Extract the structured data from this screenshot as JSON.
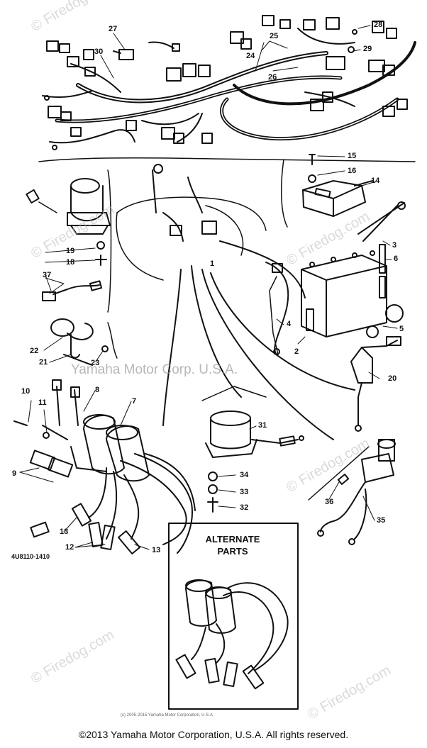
{
  "diagram": {
    "part_numbers": {
      "p1": "1",
      "p2": "2",
      "p3": "3",
      "p4": "4",
      "p5": "5",
      "p6": "6",
      "p7": "7",
      "p8": "8",
      "p9": "9",
      "p10": "10",
      "p11": "11",
      "p12": "12",
      "p13a": "13",
      "p13b": "13",
      "p14": "14",
      "p15": "15",
      "p16": "16",
      "p18": "18",
      "p19": "19",
      "p20": "20",
      "p21": "21",
      "p22": "22",
      "p23": "23",
      "p24": "24",
      "p25": "25",
      "p26": "26",
      "p27": "27",
      "p28": "28",
      "p29": "29",
      "p30": "30",
      "p31": "31",
      "p32": "32",
      "p33": "33",
      "p34": "34",
      "p35": "35",
      "p36": "36",
      "p37": "37"
    },
    "alternate_parts_line1": "ALTERNATE",
    "alternate_parts_line2": "PARTS",
    "part_code": "4U8110-1410",
    "inner_copyright": "(c) 2005-2015 Yamaha Motor Corporation, U.S.A."
  },
  "watermark": {
    "site": "© Firedog.com",
    "center_text": "Yamaha Motor Corp. U.S.A."
  },
  "footer": {
    "copyright": "©2013 Yamaha Motor Corporation, U.S.A. All rights reserved."
  }
}
